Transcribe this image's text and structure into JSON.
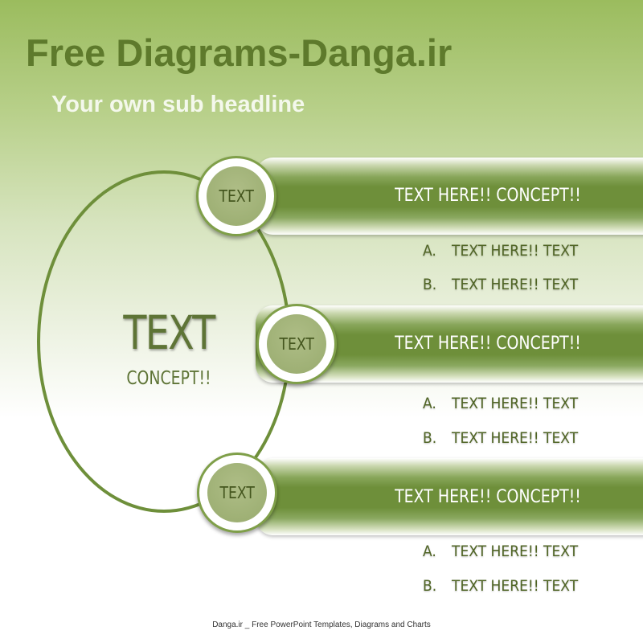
{
  "header": {
    "title": "Free Diagrams-Danga.ir",
    "subtitle": "Your own sub headline"
  },
  "center": {
    "title": "TEXT",
    "subtitle": "CONCEPT!!"
  },
  "items": [
    {
      "circle_label": "TEXT",
      "bar_label": "TEXT HERE!! CONCEPT!!",
      "subitems": [
        {
          "letter": "A.",
          "text": "TEXT HERE!! TEXT"
        },
        {
          "letter": "B.",
          "text": "TEXT HERE!! TEXT"
        }
      ]
    },
    {
      "circle_label": "TEXT",
      "bar_label": "TEXT HERE!! CONCEPT!!",
      "subitems": [
        {
          "letter": "A.",
          "text": "TEXT HERE!! TEXT"
        },
        {
          "letter": "B.",
          "text": "TEXT HERE!! TEXT"
        }
      ]
    },
    {
      "circle_label": "TEXT",
      "bar_label": "TEXT HERE!! CONCEPT!!",
      "subitems": [
        {
          "letter": "A.",
          "text": "TEXT HERE!! TEXT"
        },
        {
          "letter": "B.",
          "text": "TEXT HERE!! TEXT"
        }
      ]
    }
  ],
  "footer": {
    "text": "Danga.ir _ Free PowerPoint Templates, Diagrams and Charts"
  },
  "colors": {
    "accent": "#6e8f3a",
    "title_text": "#5e7a2c",
    "dark_text": "#4f6424"
  }
}
